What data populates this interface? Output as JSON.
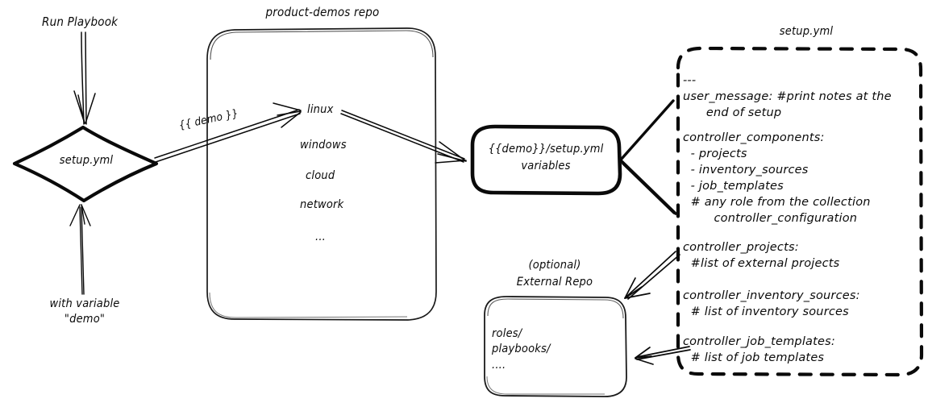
{
  "diagram": {
    "title": "Ansible product-demos setup.yml flow",
    "style": "hand-drawn whiteboard sketch",
    "stroke_color": "#0a0a0a",
    "background_color": "#ffffff"
  },
  "labels": {
    "run_playbook": "Run Playbook",
    "with_variable": "with variable",
    "with_variable_value": "\"demo\"",
    "demo_var_on_arrow": "{{ demo }}",
    "repo_title": "product-demos repo",
    "external_repo_note": "(optional)",
    "external_repo_title": "External Repo",
    "setup_yml_file_title": "setup.yml"
  },
  "nodes": {
    "decision": {
      "name": "setup.yml",
      "shape": "diamond",
      "label": "setup.yml"
    },
    "repo": {
      "shape": "rounded-rect",
      "title": "product-demos repo",
      "items": [
        "linux",
        "windows",
        "cloud",
        "network",
        "..."
      ]
    },
    "variables_box": {
      "shape": "rounded-rect-bold",
      "line1": "{{demo}}/setup.yml",
      "line2": "variables"
    },
    "external_repo": {
      "shape": "rounded-rect",
      "note": "(optional)",
      "title": "External Repo",
      "lines": [
        "roles/",
        "playbooks/",
        "...."
      ]
    },
    "setup_yml_file": {
      "shape": "rounded-rect-dashed",
      "title": "setup.yml",
      "content": [
        "---",
        "user_message: #print notes at the",
        "      end of setup",
        "",
        "controller_components:",
        "  - projects",
        "  - inventory_sources",
        "  - job_templates",
        "  # any role from the collection",
        "        controller_configuration",
        "",
        "controller_projects:",
        "  #list of external projects",
        "",
        "controller_inventory_sources:",
        "  # list of inventory sources",
        "",
        "controller_job_templates:",
        "  # list of job templates"
      ],
      "blocks": [
        {
          "id": "header",
          "lines": [
            "---",
            "user_message: #print notes at the",
            "      end of setup"
          ]
        },
        {
          "id": "controller_components",
          "lines": [
            "controller_components:",
            "  - projects",
            "  - inventory_sources",
            "  - job_templates",
            "  # any role from the collection",
            "        controller_configuration"
          ]
        },
        {
          "id": "controller_projects",
          "lines": [
            "controller_projects:",
            "  #list of external projects"
          ]
        },
        {
          "id": "controller_inventory_sources",
          "lines": [
            "controller_inventory_sources:",
            "  # list of inventory sources"
          ]
        },
        {
          "id": "controller_job_templates",
          "lines": [
            "controller_job_templates:",
            "  # list of job templates"
          ]
        }
      ]
    }
  },
  "edges": [
    {
      "id": "run-playbook-to-setup",
      "from": "Run Playbook",
      "to": "setup.yml",
      "label": ""
    },
    {
      "id": "with-variable-to-setup",
      "from": "with variable \"demo\"",
      "to": "setup.yml",
      "label": ""
    },
    {
      "id": "setup-to-linux",
      "from": "setup.yml",
      "to": "linux",
      "label": "{{ demo }}"
    },
    {
      "id": "linux-to-variables",
      "from": "linux",
      "to": "{{demo}}/setup.yml variables",
      "label": ""
    },
    {
      "id": "setupfile-top-to-variables",
      "from": "setup.yml file",
      "to": "{{demo}}/setup.yml variables",
      "label": ""
    },
    {
      "id": "setupfile-bottom-to-variables",
      "from": "setup.yml file",
      "to": "{{demo}}/setup.yml variables",
      "label": ""
    },
    {
      "id": "projects-to-external-repo",
      "from": "controller_projects",
      "to": "External Repo",
      "label": ""
    },
    {
      "id": "jobtemplates-to-external-repo",
      "from": "controller_job_templates",
      "to": "External Repo",
      "label": ""
    }
  ]
}
